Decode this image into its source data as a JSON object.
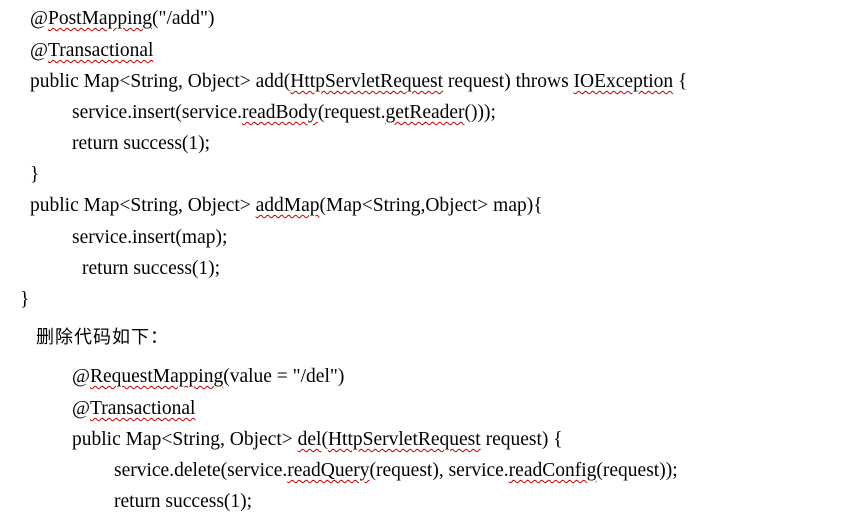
{
  "lines": [
    {
      "indent": 30,
      "segments": [
        {
          "text": "@"
        },
        {
          "text": "PostMapping",
          "squiggle": true
        },
        {
          "text": "(\"/add\")"
        }
      ]
    },
    {
      "indent": 30,
      "segments": [
        {
          "text": "@"
        },
        {
          "text": "Transactional",
          "squiggle": true
        }
      ]
    },
    {
      "indent": 30,
      "segments": [
        {
          "text": "public Map<String, Object> add("
        },
        {
          "text": "HttpServletRequest",
          "squiggle": true
        },
        {
          "text": " request) throws "
        },
        {
          "text": "IOException",
          "squiggle": true
        },
        {
          "text": " {"
        }
      ]
    },
    {
      "indent": 72,
      "segments": [
        {
          "text": "service.insert(service."
        },
        {
          "text": "readBody",
          "squiggle": true
        },
        {
          "text": "(request."
        },
        {
          "text": "getReader",
          "squiggle": true
        },
        {
          "text": "()));"
        }
      ]
    },
    {
      "indent": 72,
      "segments": [
        {
          "text": "return success(1);"
        }
      ]
    },
    {
      "indent": 30,
      "segments": [
        {
          "text": "}"
        }
      ]
    },
    {
      "indent": 30,
      "segments": [
        {
          "text": "public Map<String, Object> "
        },
        {
          "text": "addMap",
          "squiggle": true
        },
        {
          "text": "(Map<String,Object> map){"
        }
      ]
    },
    {
      "indent": 72,
      "segments": [
        {
          "text": "service.insert(map);"
        }
      ]
    },
    {
      "indent": 82,
      "segments": [
        {
          "text": "return success(1);"
        }
      ]
    },
    {
      "indent": 20,
      "segments": [
        {
          "text": "}"
        }
      ]
    },
    {
      "indent": 36,
      "cjk": true,
      "segments": [
        {
          "text": "删除代码如下："
        }
      ]
    },
    {
      "indent": 72,
      "segments": [
        {
          "text": "@"
        },
        {
          "text": "RequestMapping",
          "squiggle": true
        },
        {
          "text": "(value = \"/del\")"
        }
      ]
    },
    {
      "indent": 72,
      "segments": [
        {
          "text": "@"
        },
        {
          "text": "Transactional",
          "squiggle": true
        }
      ]
    },
    {
      "indent": 72,
      "segments": [
        {
          "text": "public Map<String, Object> "
        },
        {
          "text": "del",
          "squiggle": true
        },
        {
          "text": "("
        },
        {
          "text": "HttpServletRequest",
          "squiggle": true
        },
        {
          "text": " request) {"
        }
      ]
    },
    {
      "indent": 114,
      "segments": [
        {
          "text": "service.delete(service."
        },
        {
          "text": "readQuery",
          "squiggle": true
        },
        {
          "text": "(request), service."
        },
        {
          "text": "readConfig",
          "squiggle": true
        },
        {
          "text": "(request));"
        }
      ]
    },
    {
      "indent": 114,
      "segments": [
        {
          "text": "return success(1);"
        }
      ]
    }
  ]
}
